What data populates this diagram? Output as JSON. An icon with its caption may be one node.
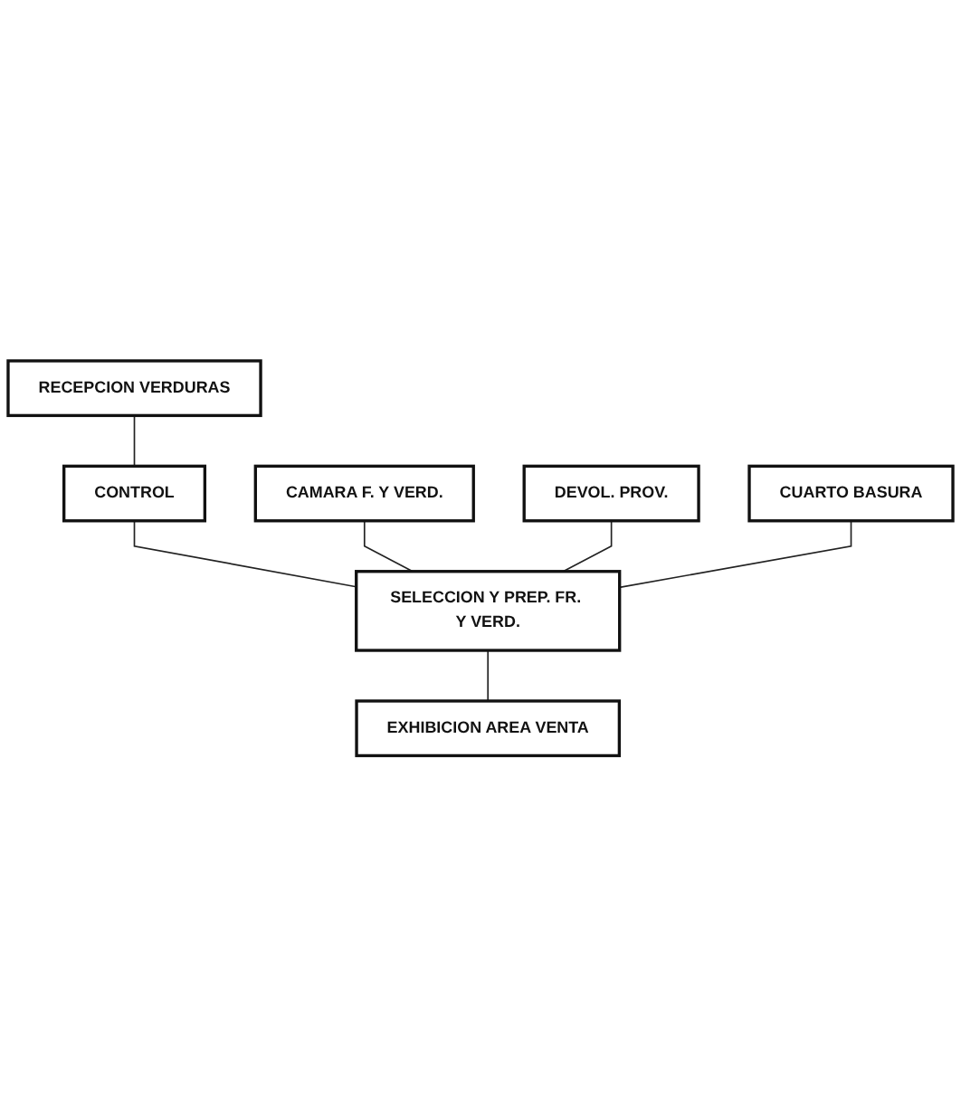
{
  "diagram": {
    "nodes": [
      {
        "text": [
          "RECEPCION VERDURAS"
        ]
      },
      {
        "text": [
          "DEVOL. PROV."
        ]
      },
      {
        "text": [
          "CAMARA F. Y VERD."
        ]
      },
      {
        "text": [
          "CONTROL"
        ]
      },
      {
        "text": [
          "CUARTO BASURA"
        ]
      },
      {
        "text": [
          "SELECCION Y PREP. FR. Y VERD."
        ]
      },
      {
        "text": [
          "EXHIBICION AREA VENTA"
        ]
      }
    ],
    "edges": [
      {
        "from": 0,
        "to": 3,
        "arrow": "none"
      },
      {
        "from": 3,
        "to": 5,
        "arrow": "none"
      },
      {
        "from": 2,
        "to": 5,
        "arrow": "none"
      },
      {
        "from": 1,
        "to": 5,
        "arrow": "none"
      },
      {
        "from": 4,
        "to": 5,
        "arrow": "none"
      },
      {
        "from": 5,
        "to": 6,
        "arrow": "none"
      }
    ]
  }
}
